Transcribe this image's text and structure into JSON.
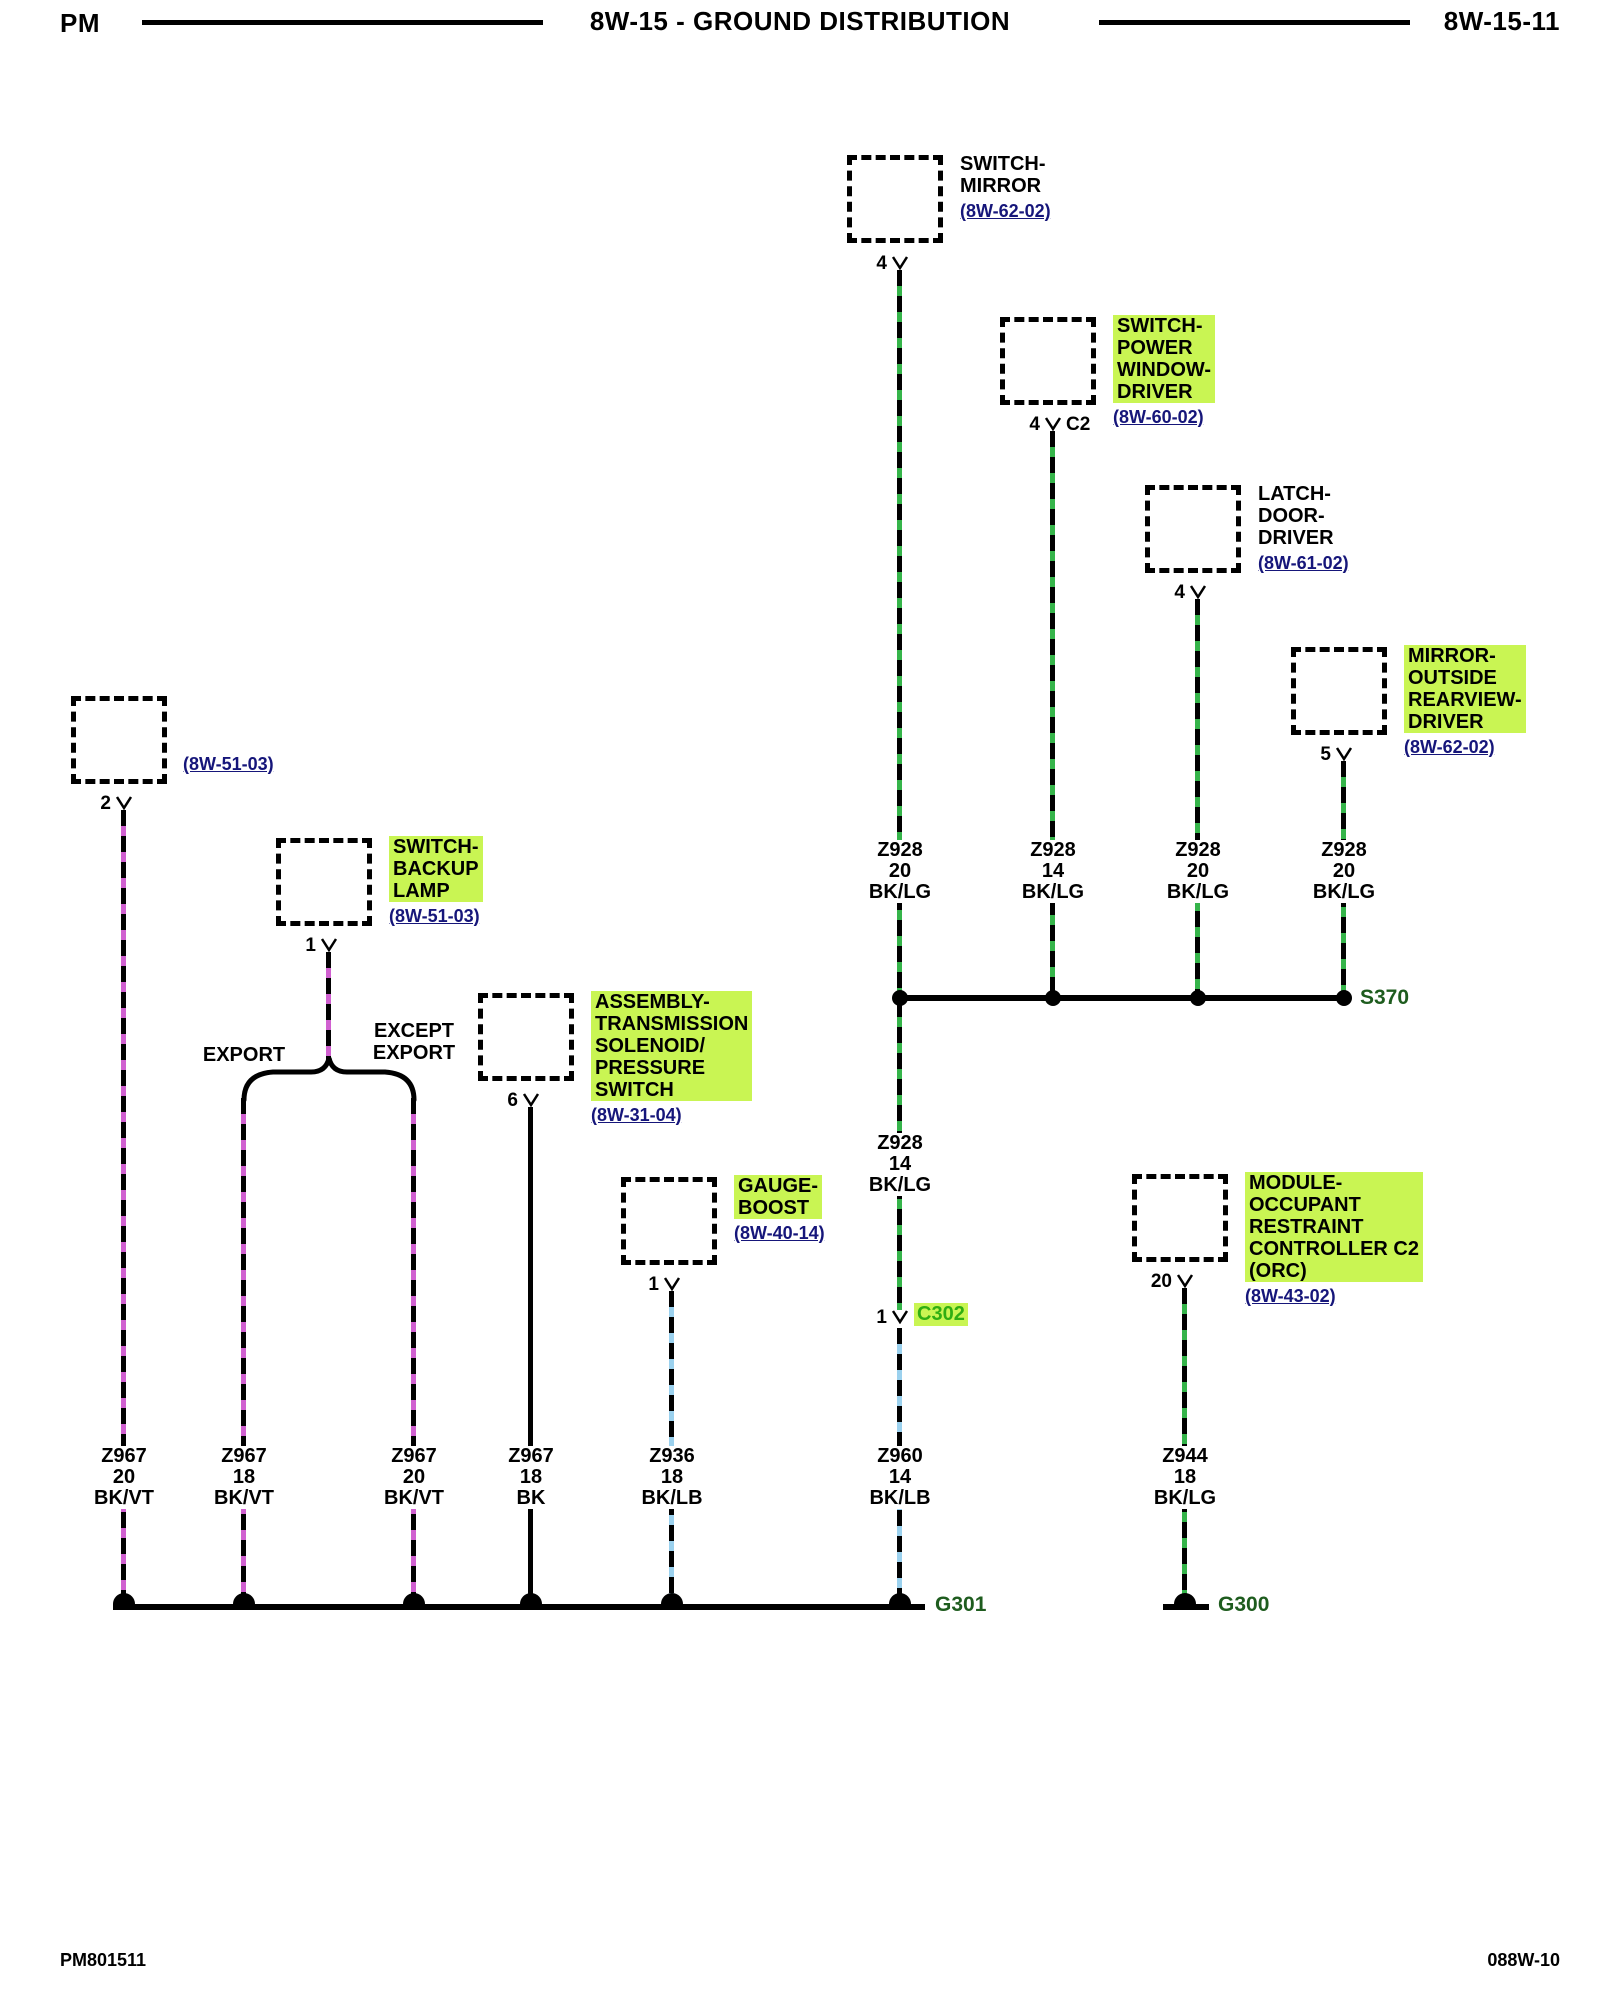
{
  "header": {
    "code": "PM",
    "title": "8W-15 - GROUND DISTRIBUTION",
    "page": "8W-15-11"
  },
  "footer": {
    "left": "PM801511",
    "right": "088W-10"
  },
  "colors": {
    "highlight": "#c9f553",
    "reference_blue": "#16167a",
    "splice_green": "#1e5c1e",
    "connector_green": "#2fae12",
    "tracer_lg": "#35b44a",
    "tracer_vt": "#d060d0",
    "tracer_lb": "#9bd1ee"
  },
  "components": {
    "mirror_switch": {
      "line1": "SWITCH-",
      "line2": "MIRROR",
      "ref": "(8W-62-02)",
      "pin": "4"
    },
    "power_window_switch": {
      "line1": "SWITCH-",
      "line2": "POWER",
      "line3": "WINDOW-",
      "line4": "DRIVER",
      "ref": "(8W-60-02)",
      "pin": "4",
      "conn": "C2"
    },
    "door_latch": {
      "line1": "LATCH-",
      "line2": "DOOR-",
      "line3": "DRIVER",
      "ref": "(8W-61-02)",
      "pin": "4"
    },
    "outside_mirror": {
      "line1": "MIRROR-",
      "line2": "OUTSIDE",
      "line3": "REARVIEW-",
      "line4": "DRIVER",
      "ref": "(8W-62-02)",
      "pin": "5"
    },
    "unnamed_connector": {
      "ref": "(8W-51-03)",
      "pin": "2"
    },
    "backup_lamp_switch": {
      "line1": "SWITCH-",
      "line2": "BACKUP",
      "line3": "LAMP",
      "ref": "(8W-51-03)",
      "pin": "1"
    },
    "transmission_solenoid": {
      "line1": "ASSEMBLY-",
      "line2": "TRANSMISSION",
      "line3": "SOLENOID/",
      "line4": "PRESSURE",
      "line5": "SWITCH",
      "ref": "(8W-31-04)",
      "pin": "6"
    },
    "boost_gauge": {
      "line1": "GAUGE-",
      "line2": "BOOST",
      "ref": "(8W-40-14)",
      "pin": "1"
    },
    "orc_module": {
      "line1": "MODULE-",
      "line2": "OCCUPANT",
      "line3": "RESTRAINT",
      "line4": "CONTROLLER C2",
      "line5": "(ORC)",
      "ref": "(8W-43-02)",
      "pin": "20"
    }
  },
  "wires": {
    "z928_20_a": {
      "circuit": "Z928",
      "gauge": "20",
      "color": "BK/LG"
    },
    "z928_14_a": {
      "circuit": "Z928",
      "gauge": "14",
      "color": "BK/LG"
    },
    "z928_20_b": {
      "circuit": "Z928",
      "gauge": "20",
      "color": "BK/LG"
    },
    "z928_20_c": {
      "circuit": "Z928",
      "gauge": "20",
      "color": "BK/LG"
    },
    "z928_14_b": {
      "circuit": "Z928",
      "gauge": "14",
      "color": "BK/LG"
    },
    "z967_20_a": {
      "circuit": "Z967",
      "gauge": "20",
      "color": "BK/VT"
    },
    "z967_18_a": {
      "circuit": "Z967",
      "gauge": "18",
      "color": "BK/VT"
    },
    "z967_20_b": {
      "circuit": "Z967",
      "gauge": "20",
      "color": "BK/VT"
    },
    "z967_18_b": {
      "circuit": "Z967",
      "gauge": "18",
      "color": "BK"
    },
    "z936": {
      "circuit": "Z936",
      "gauge": "18",
      "color": "BK/LB"
    },
    "z960": {
      "circuit": "Z960",
      "gauge": "14",
      "color": "BK/LB"
    },
    "z944": {
      "circuit": "Z944",
      "gauge": "18",
      "color": "BK/LG"
    }
  },
  "labels": {
    "splice": "S370",
    "inline_connector": "C302",
    "inline_connector_pin": "1",
    "ground_left": "G301",
    "ground_right": "G300",
    "export": "EXPORT",
    "except_line1": "EXCEPT",
    "except_line2": "EXPORT"
  }
}
